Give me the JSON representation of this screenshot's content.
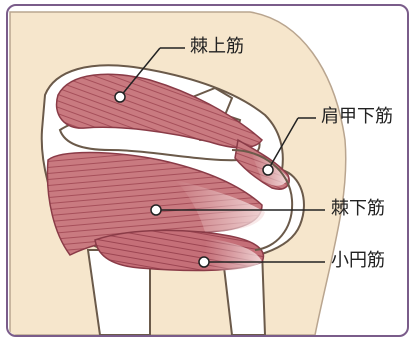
{
  "labels": {
    "supraspinatus": "棘上筋",
    "subscapularis": "肩甲下筋",
    "infraspinatus": "棘下筋",
    "teres_minor": "小円筋"
  },
  "colors": {
    "frame": "#7a5c8a",
    "skin": "#f6e6cc",
    "bone": "#ffffff",
    "bone_outline": "#6b5a4a",
    "muscle": "#c97a80",
    "muscle_dark": "#a64f5a",
    "tendon": "#f3d8d8"
  }
}
